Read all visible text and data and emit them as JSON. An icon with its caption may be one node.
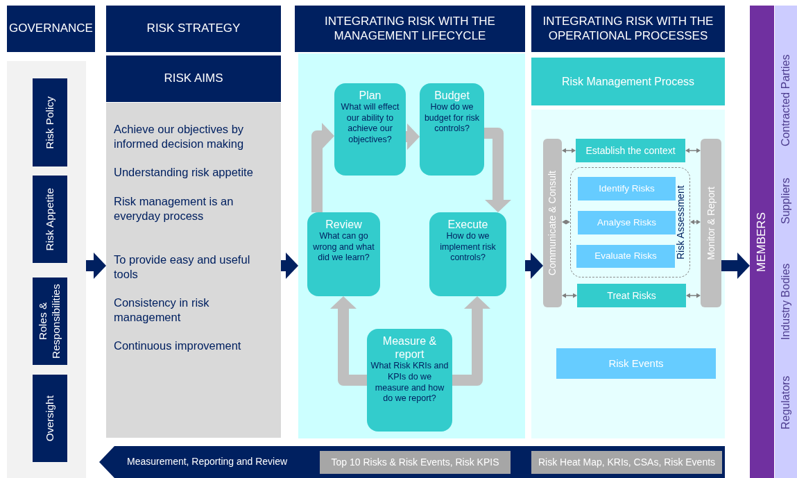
{
  "diagram": {
    "nodes": [
      {
        "text": [
          "GOVERNANCE"
        ]
      },
      {
        "text": [
          "RISK STRATEGY"
        ]
      },
      {
        "text": [
          "INTEGRATING RISK WITH THE MANAGEMENT LIFECYCLE"
        ]
      },
      {
        "text": [
          "INTEGRATING RISK WITH THE OPERATIONAL PROCESSES"
        ]
      },
      {
        "text": [],
        "shape": "box"
      },
      {
        "text": [
          "Risk Policy"
        ],
        "in": 4
      },
      {
        "text": [
          "Risk Appetite"
        ],
        "in": 4
      },
      {
        "text": [
          "Roles & Responsibilities"
        ],
        "in": 4
      },
      {
        "text": [
          "Oversight"
        ],
        "in": 4
      },
      {
        "text": [
          "RISK AIMS"
        ]
      },
      {
        "text": [
          "Achieve our objectives by informed decision making",
          "Understanding risk appetite",
          "Risk management is an everyday process",
          "To provide easy and useful tools",
          "Consistency in risk management",
          "Continuous improvement"
        ]
      },
      {
        "text": [],
        "shape": "box"
      },
      {
        "text": [
          "Plan",
          "What will effect our ability to achieve our objectives?"
        ],
        "in": 11
      },
      {
        "text": [
          "Budget",
          "How do we budget for risk controls?"
        ],
        "in": 11
      },
      {
        "text": [
          "Review",
          "What can go wrong and what did we learn?"
        ],
        "in": 11
      },
      {
        "text": [
          "Execute",
          "How do we implement risk controls?"
        ],
        "in": 11
      },
      {
        "text": [
          "Measure & report",
          "What Risk KRIs and KPIs do we measure and how do we report?"
        ],
        "in": 11
      },
      {
        "text": [
          "Risk Management Process"
        ]
      },
      {
        "text": [],
        "shape": "box"
      },
      {
        "text": [
          "Communicate & Consult"
        ],
        "in": 18
      },
      {
        "text": [
          "Monitor & Report"
        ],
        "in": 18
      },
      {
        "text": [
          "Establish the context"
        ],
        "in": 18
      },
      {
        "text": [
          "Risk Assessment"
        ],
        "in": 18
      },
      {
        "text": [
          "Identify Risks"
        ],
        "in": 22
      },
      {
        "text": [
          "Analyse Risks"
        ],
        "in": 22
      },
      {
        "text": [
          "Evaluate Risks"
        ],
        "in": 22
      },
      {
        "text": [
          "Treat Risks"
        ],
        "in": 18
      },
      {
        "text": [
          "Risk Events"
        ],
        "in": 18
      },
      {
        "text": [
          "MEMBERS"
        ]
      },
      {
        "text": [
          "Contracted Parties",
          "Suppliers",
          "Industry Bodies",
          "Regulators"
        ]
      },
      {
        "text": [
          "Measurement, Reporting and Review"
        ]
      },
      {
        "text": [
          "Top 10 Risks & Risk Events, Risk KPIS"
        ],
        "in": 30
      },
      {
        "text": [
          "Risk Heat Map, KRIs, CSAs, Risk Events"
        ],
        "in": 30
      }
    ],
    "edges": [
      {
        "from": 4,
        "to": 10,
        "arrow": "to",
        "color": "#002060"
      },
      {
        "from": 10,
        "to": 11,
        "arrow": "to",
        "color": "#002060"
      },
      {
        "from": 11,
        "to": 19,
        "arrow": "to",
        "color": "#002060"
      },
      {
        "from": 20,
        "to": 28,
        "arrow": "to",
        "color": "#002060"
      },
      {
        "from": 14,
        "to": 12,
        "arrow": "to",
        "color": "#bfbfbf"
      },
      {
        "from": 12,
        "to": 13,
        "arrow": "to",
        "color": "#bfbfbf"
      },
      {
        "from": 13,
        "to": 15,
        "arrow": "to",
        "color": "#bfbfbf"
      },
      {
        "from": 16,
        "to": 14,
        "arrow": "to",
        "color": "#bfbfbf"
      },
      {
        "from": 16,
        "to": 15,
        "arrow": "to",
        "color": "#bfbfbf"
      },
      {
        "from": 19,
        "to": 21,
        "arrow": "both"
      },
      {
        "from": 21,
        "to": 20,
        "arrow": "both"
      },
      {
        "from": 19,
        "to": 22,
        "arrow": "both"
      },
      {
        "from": 22,
        "to": 20,
        "arrow": "both"
      },
      {
        "from": 19,
        "to": 26,
        "arrow": "both"
      },
      {
        "from": 26,
        "to": 20,
        "arrow": "both"
      }
    ]
  }
}
